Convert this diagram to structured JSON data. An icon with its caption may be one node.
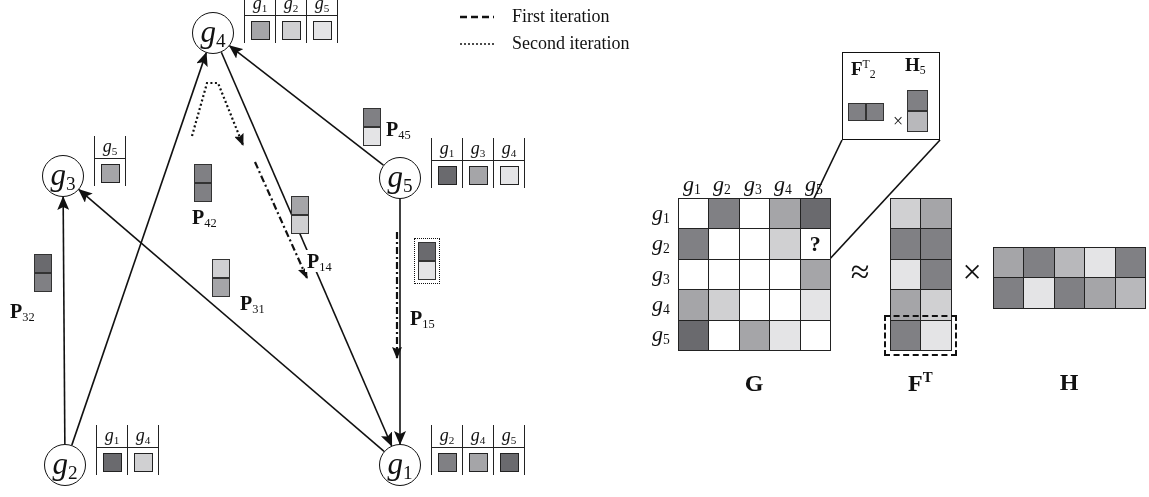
{
  "diagram": {
    "nodes": [
      {
        "text": [
          "*g*$_{4}$"
        ],
        "beside": [
          "*g*$_{1}$",
          "*g*$_{2}$",
          "*g*$_{5}$"
        ]
      },
      {
        "text": [
          "*g*$_{3}$"
        ],
        "beside": [
          "*g*$_{5}$"
        ]
      },
      {
        "text": [
          "*g*$_{5}$"
        ],
        "beside": [
          "*g*$_{1}$",
          "*g*$_{3}$",
          "*g*$_{4}$"
        ]
      },
      {
        "text": [
          "*g*$_{2}$"
        ],
        "beside": [
          "*g*$_{1}$",
          "*g*$_{4}$"
        ]
      },
      {
        "text": [
          "*g*$_{1}$"
        ],
        "beside": [
          "*g*$_{2}$",
          "*g*$_{4}$",
          "*g*$_{5}$"
        ]
      },
      {
        "text": [
          "**F**$^{T}$$_{2}$",
          "**H**$_{5}$"
        ]
      },
      {
        "text": [
          "G"
        ]
      },
      {
        "text": [
          "?"
        ],
        "in": 6
      },
      {
        "text": [
          "**F**$^{T}$"
        ]
      },
      {
        "text": [
          "H"
        ]
      }
    ],
    "edges": [
      {
        "from": 2,
        "to": 0,
        "arrow": "to",
        "label": "**P**$_{45}$"
      },
      {
        "from": 3,
        "to": 0,
        "arrow": "to",
        "label": "**P**$_{42}$"
      },
      {
        "from": 0,
        "to": 4,
        "arrow": "to",
        "label": "**P**$_{14}$"
      },
      {
        "from": 4,
        "to": 1,
        "arrow": "to",
        "label": "**P**$_{31}$"
      },
      {
        "from": 3,
        "to": 1,
        "arrow": "to",
        "label": "**P**$_{32}$"
      },
      {
        "from": 2,
        "to": 4,
        "arrow": "to",
        "label": "**P**$_{15}$"
      },
      {
        "from": 7,
        "to": 5,
        "arrow": "none"
      },
      {
        "from": 7,
        "to": 5,
        "arrow": "none"
      }
    ],
    "labels": [
      "×",
      "*g*$_{1}$",
      "*g*$_{2}$",
      "*g*$_{3}$",
      "*g*$_{4}$",
      "*g*$_{5}$",
      "*g*$_{1}$",
      "*g*$_{2}$",
      "*g*$_{3}$",
      "*g*$_{4}$",
      "*g*$_{5}$",
      "≈",
      "×"
    ],
    "legend": [
      {
        "text": "First iteration"
      },
      {
        "text": "Second iteration"
      }
    ]
  }
}
